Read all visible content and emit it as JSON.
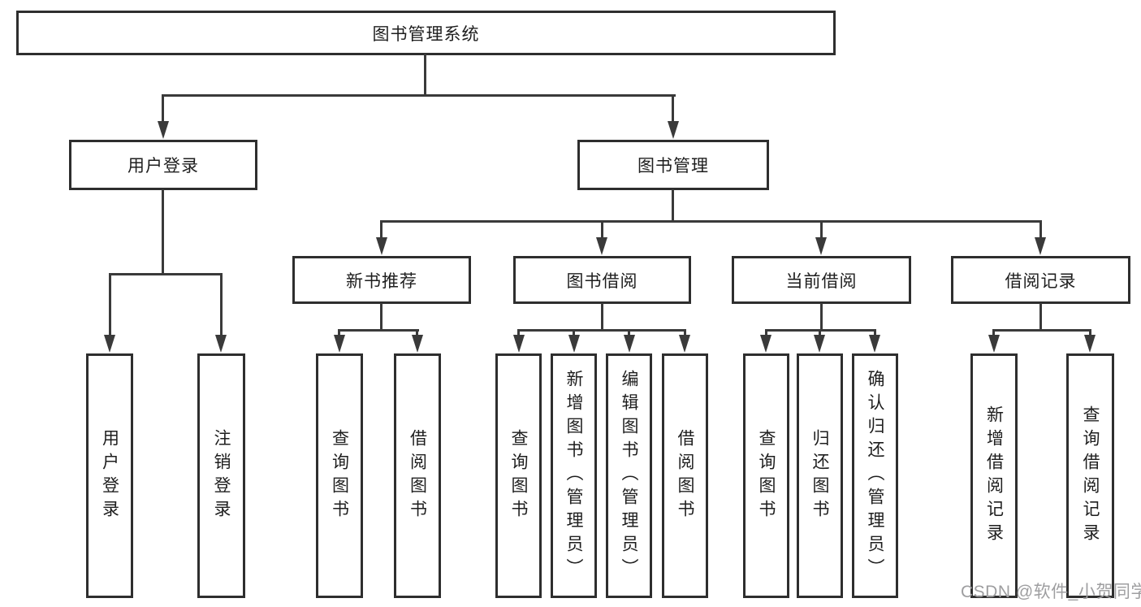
{
  "diagram": {
    "type": "tree-structure-chart",
    "colors": {
      "background": "#ffffff",
      "box_border": "#2e2e2e",
      "connector_line": "#3a3a3a",
      "text": "#1e1e1e",
      "watermark_text": "#9e9ea0"
    },
    "nodes": {
      "root": "图书管理系统",
      "user_login": "用户登录",
      "book_mgmt": "图书管理",
      "new_book_rec": "新书推荐",
      "book_borrow": "图书借阅",
      "current_borrow": "当前借阅",
      "borrow_records": "借阅记录",
      "leaf_user_login": "用户登录",
      "leaf_logout": "注销登录",
      "leaf_query_books_rec": "查询图书",
      "leaf_borrow_books_rec": "借阅图书",
      "leaf_query_books_borrow": "查询图书",
      "leaf_add_book_admin": "新增图书（管理员）",
      "leaf_edit_book_admin": "编辑图书（管理员）",
      "leaf_borrow_books_borrow": "借阅图书",
      "leaf_query_books_current": "查询图书",
      "leaf_return_book": "归还图书",
      "leaf_confirm_return_admin": "确认归还（管理员）",
      "leaf_add_borrow_record": "新增借阅记录",
      "leaf_query_borrow_record": "查询借阅记录"
    },
    "hierarchy": {
      "图书管理系统": {
        "用户登录": [
          "用户登录",
          "注销登录"
        ],
        "图书管理": {
          "新书推荐": [
            "查询图书",
            "借阅图书"
          ],
          "图书借阅": [
            "查询图书",
            "新增图书（管理员）",
            "编辑图书（管理员）",
            "借阅图书"
          ],
          "当前借阅": [
            "查询图书",
            "归还图书",
            "确认归还（管理员）"
          ],
          "借阅记录": [
            "新增借阅记录",
            "查询借阅记录"
          ]
        }
      }
    },
    "watermark": "CSDN @软件_小贺同学"
  }
}
